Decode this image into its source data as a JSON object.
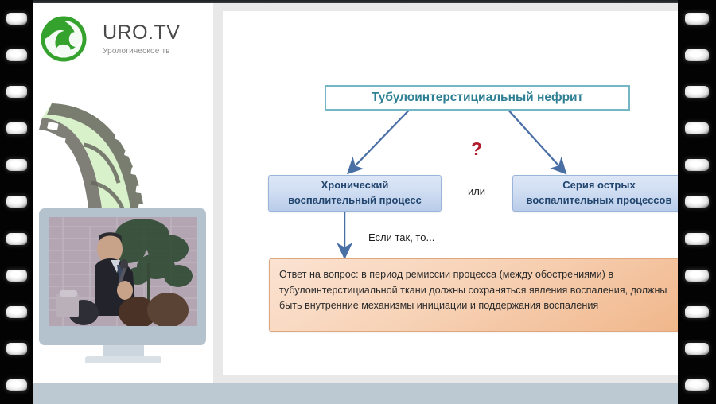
{
  "branding": {
    "logo_icon": "urotv-swirl-logo",
    "title": "URO.TV",
    "subtitle": "Урологическое тв"
  },
  "video": {
    "thumbnail_alt": "speaker-with-microphone"
  },
  "slide": {
    "title_box": "Тубулоинтерстициальный нефрит",
    "branch_left": "Хронический\nвоспалительный процесс",
    "branch_left_line1": "Хронический",
    "branch_left_line2": "воспалительный процесс",
    "branch_right_line1": "Серия острых",
    "branch_right_line2": "воспалительных процессов",
    "connector_or": "или",
    "question_mark": "?",
    "if_so_label": "Если так, то...",
    "answer_box": "Ответ на вопрос: в период ремиссии процесса (между обострениями) в тубулоинтерстициальной ткани должны сохраняться явления воспаления, должны быть внутренние механизмы инициации и поддержания воспаления"
  },
  "colors": {
    "title_border": "#74b6c4",
    "title_text": "#2e7f93",
    "box_blue_fill": "#d2dff3",
    "box_blue_text": "#21456e",
    "answer_fill": "#f0b68a",
    "arrow": "#4a6fa5",
    "question_red": "#b11b2b",
    "logo_green": "#35a22e",
    "filmstrip_black": "#030303",
    "shelf_blue_gray": "#bcc8d2"
  }
}
